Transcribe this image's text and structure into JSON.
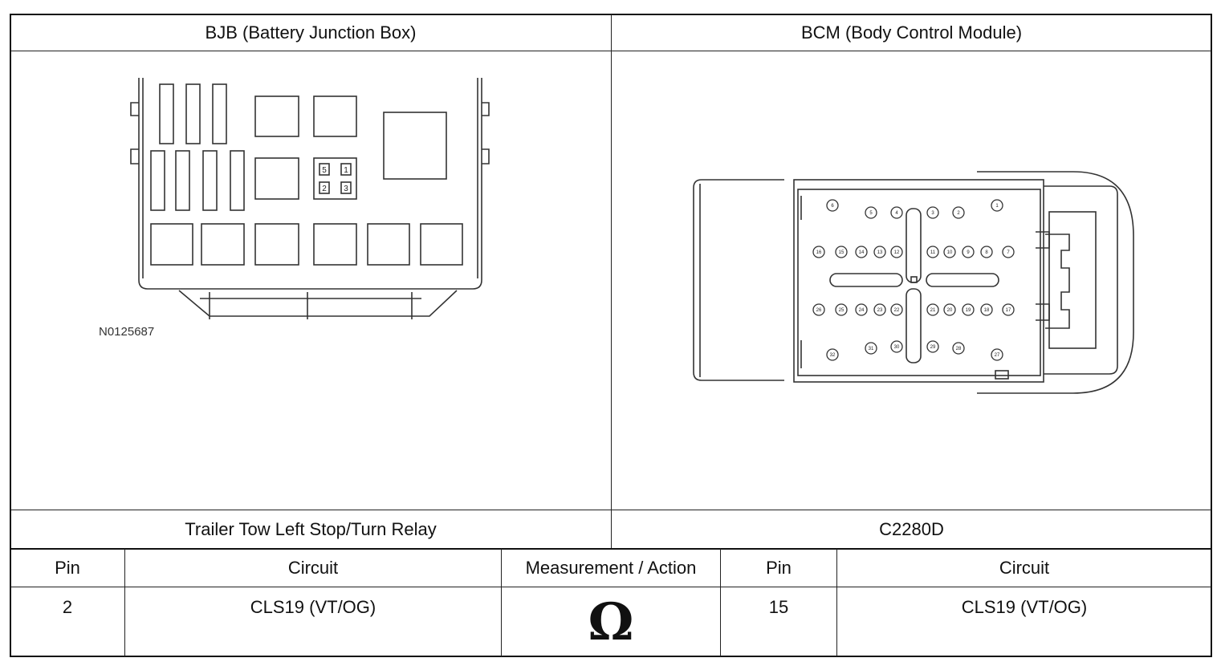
{
  "headers": {
    "left": "BJB (Battery Junction Box)",
    "right": "BCM (Body Control Module)"
  },
  "figure_id": "N0125687",
  "components": {
    "left": "Trailer Tow Left Stop/Turn Relay",
    "right": "C2280D"
  },
  "relay_terminals": [
    "5",
    "1",
    "2",
    "3"
  ],
  "connector_pins": [
    "1",
    "2",
    "3",
    "4",
    "5",
    "6",
    "7",
    "8",
    "9",
    "10",
    "11",
    "12",
    "13",
    "14",
    "15",
    "16",
    "17",
    "18",
    "19",
    "20",
    "21",
    "22",
    "23",
    "24",
    "25",
    "26",
    "27",
    "28",
    "29",
    "30",
    "31",
    "32"
  ],
  "table": {
    "columns": [
      "Pin",
      "Circuit",
      "Measurement / Action",
      "Pin",
      "Circuit"
    ],
    "row": {
      "pin_left": "2",
      "circuit_left": "CLS19 (VT/OG)",
      "measurement": "Ω",
      "pin_right": "15",
      "circuit_right": "CLS19 (VT/OG)"
    }
  }
}
